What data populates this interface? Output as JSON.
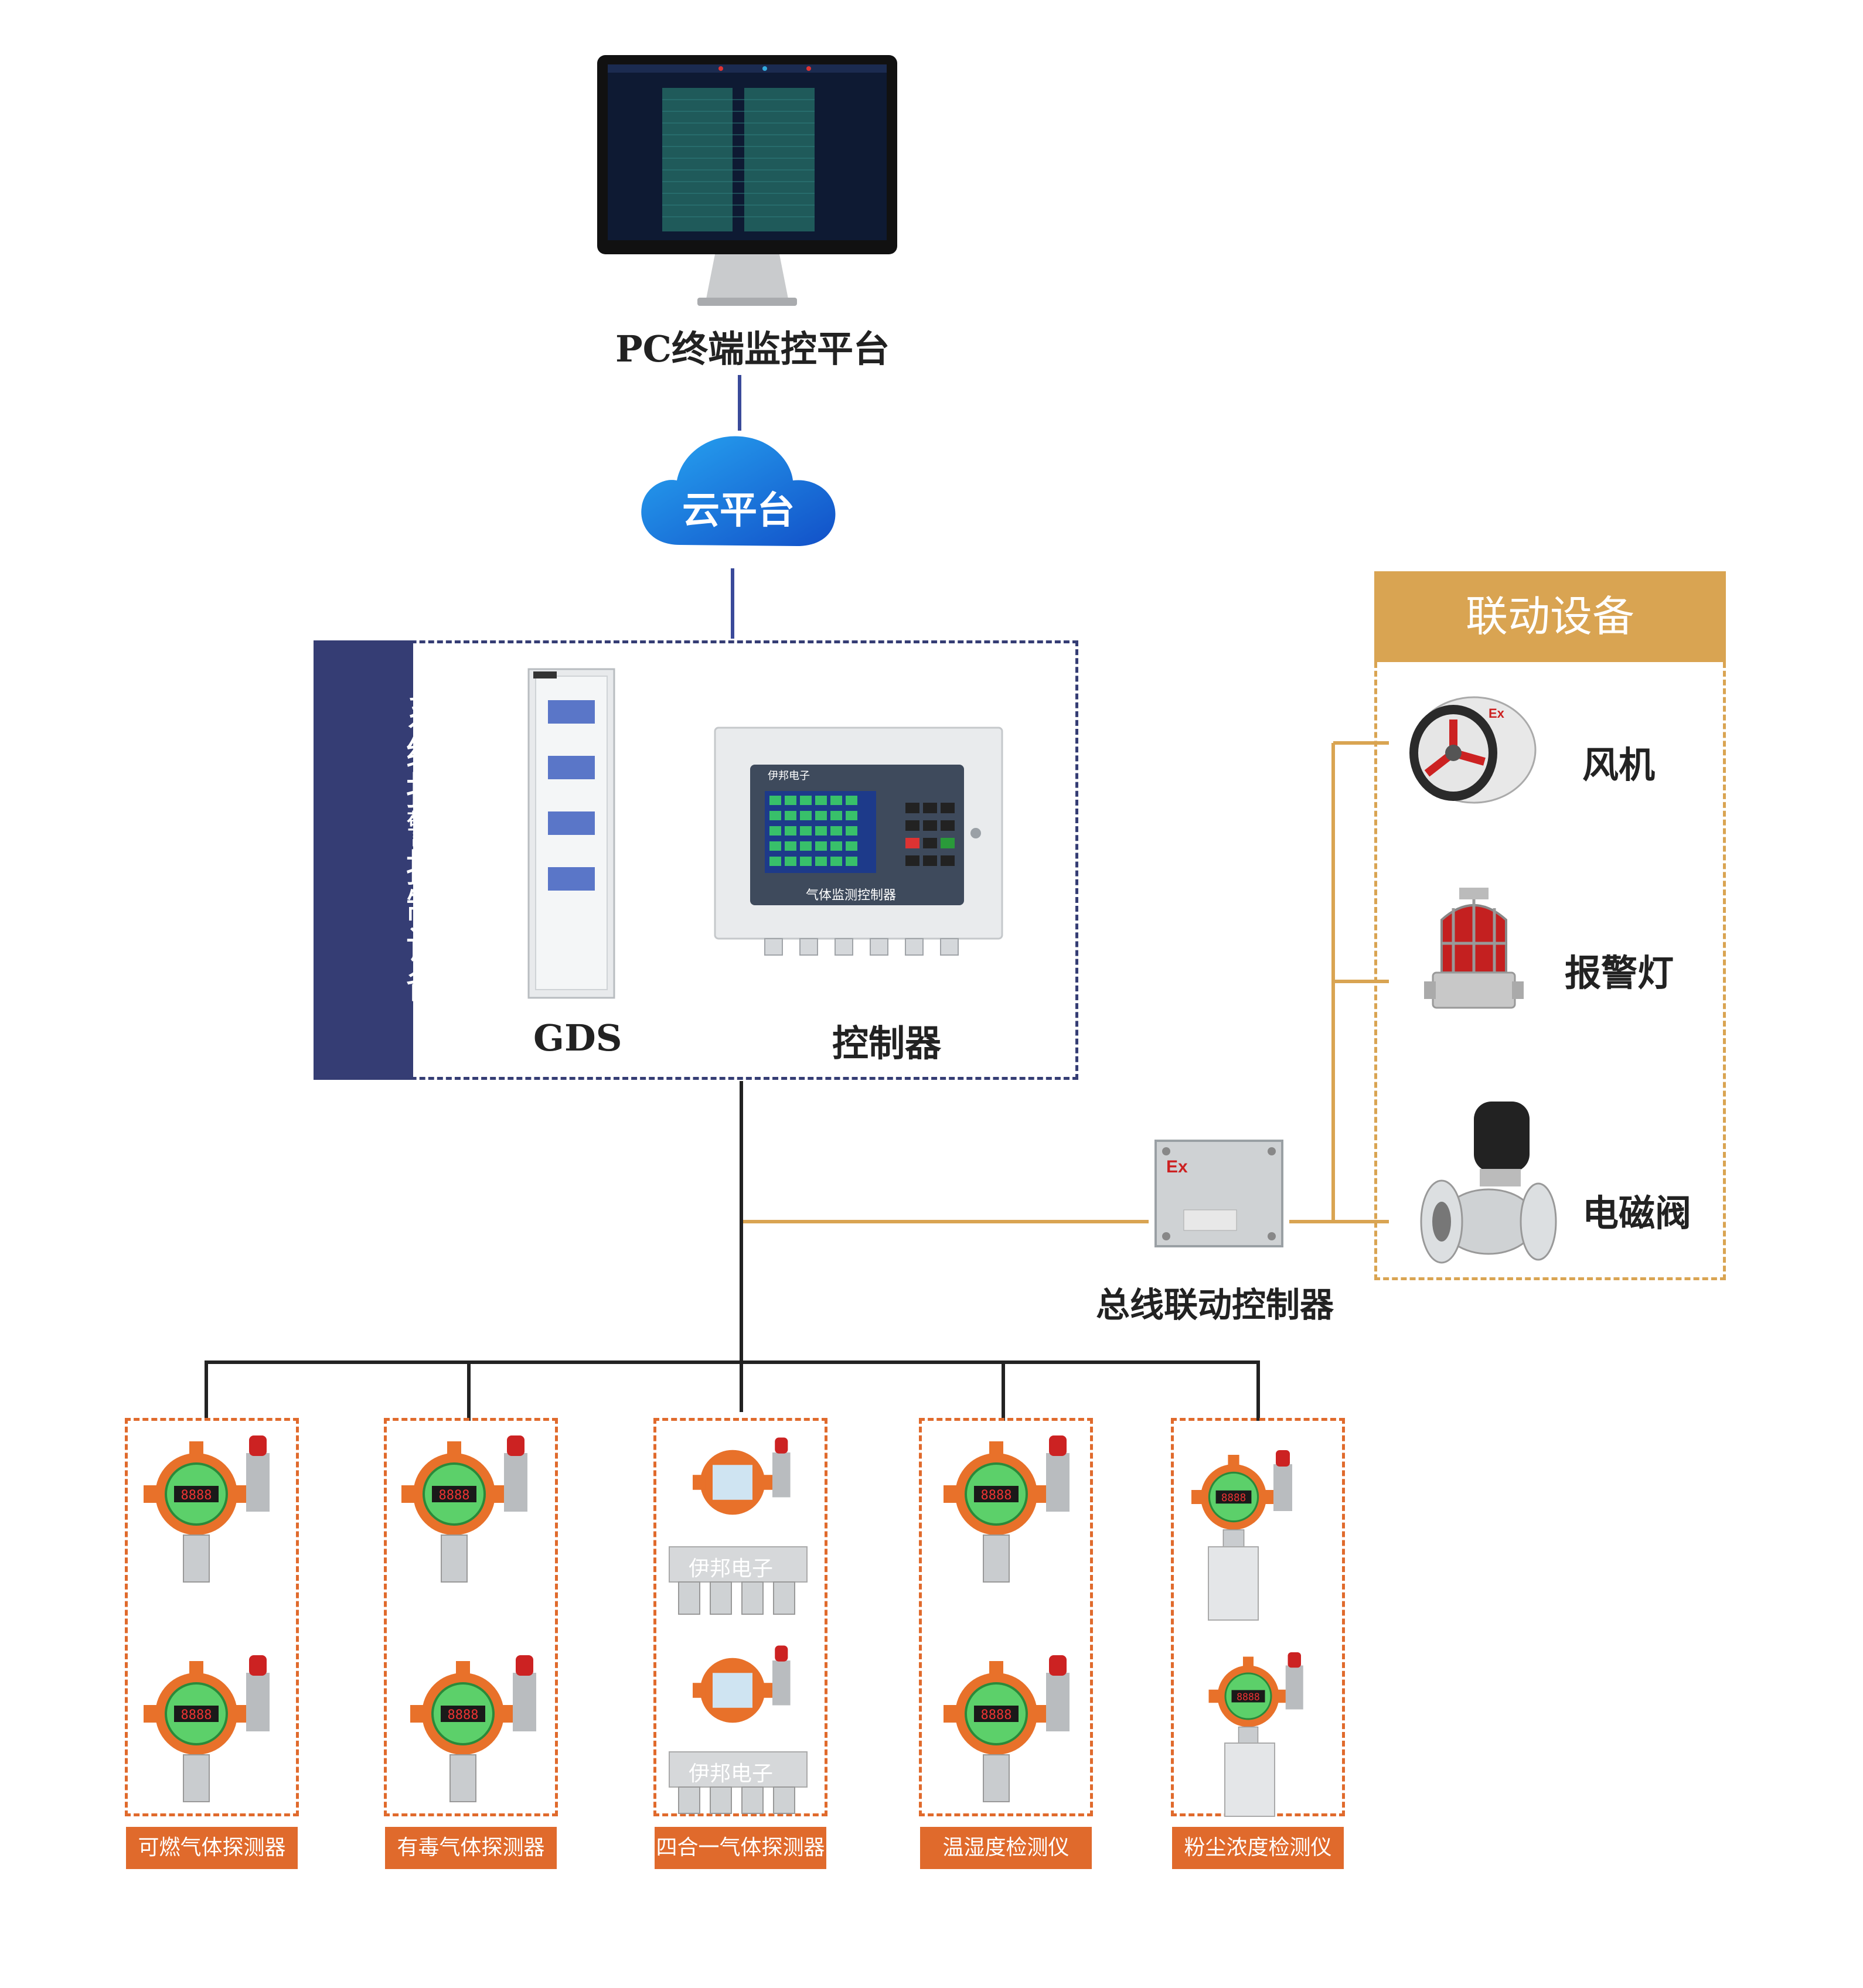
{
  "top": {
    "pc_label": "PC终端监控平台",
    "cloud_label": "云平台"
  },
  "system": {
    "side_title": "系统报警控制设备",
    "gds_label": "GDS",
    "controller_label": "控制器",
    "controller_brand": "伊邦电子",
    "controller_panel_text": "气体监测控制器"
  },
  "linkage": {
    "header": "联动设备",
    "items": [
      {
        "label": "风机",
        "icon": "fan-icon"
      },
      {
        "label": "报警灯",
        "icon": "alarm-light-icon"
      },
      {
        "label": "电磁阀",
        "icon": "solenoid-valve-icon"
      }
    ],
    "bus_controller_label": "总线联动控制器",
    "ex_mark": "Ex"
  },
  "detectors": [
    {
      "label": "可燃气体探测器",
      "display": "8888"
    },
    {
      "label": "有毒气体探测器",
      "display": "8888"
    },
    {
      "label": "四合一气体探测器",
      "watermark": "伊邦电子"
    },
    {
      "label": "温湿度检测仪",
      "display": "8888"
    },
    {
      "label": "粉尘浓度检测仪",
      "display": "8888"
    }
  ],
  "colors": {
    "navy": "#353d74",
    "gold": "#d9a452",
    "orange": "#e06a2c",
    "line_dark": "#222222",
    "cloud_blue": "#1a6fd8"
  }
}
